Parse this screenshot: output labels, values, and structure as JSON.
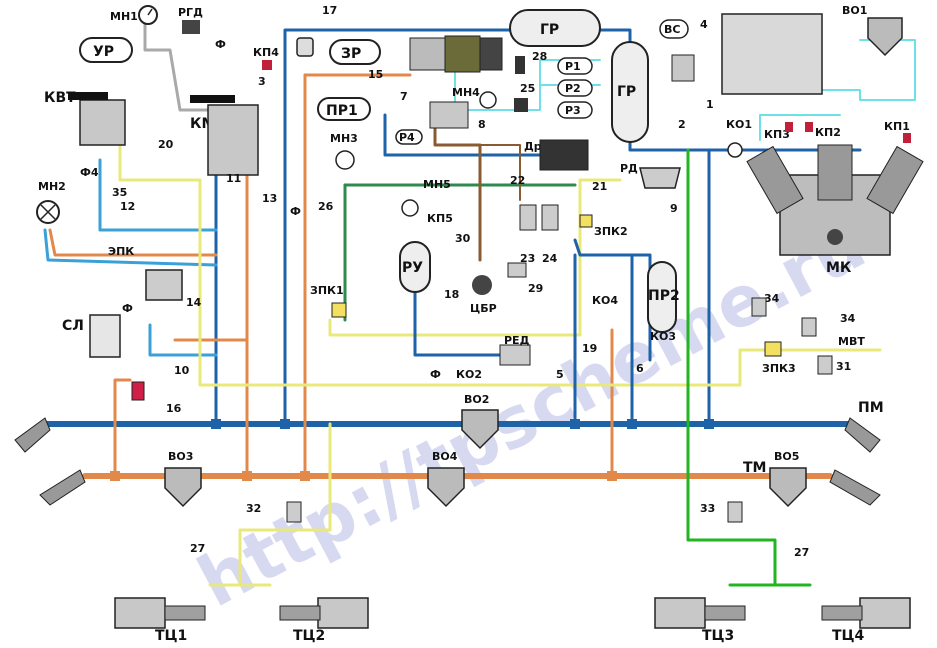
{
  "colors": {
    "main_line": "#1e62a8",
    "brake_line": "#e2884a",
    "feed_line": "#e9e87a",
    "aux_line": "#3aa0d8",
    "control_line": "#2e8a4e",
    "cyan_line": "#6fe0e8",
    "brown_line": "#8a5a32",
    "green_line": "#22b522",
    "gray_line": "#a9a9a9"
  },
  "watermark": "http://tpscheme.ru",
  "labels": {
    "mn1": "МН1",
    "rgd": "РГД",
    "f_top": "Ф",
    "kp4": "КП4",
    "n17": "17",
    "ur": "УР",
    "zr": "ЗР",
    "n15": "15",
    "n28": "28",
    "gr_top": "ГР",
    "vs": "ВС",
    "n4": "4",
    "vo1": "ВО1",
    "kvt": "КВТ",
    "km": "КМ",
    "n3": "3",
    "pr1": "ПР1",
    "n7": "7",
    "mn4": "МН4",
    "n8": "8",
    "p1": "Р1",
    "p2": "Р2",
    "p3": "Р3",
    "n25": "25",
    "gr_right": "ГР",
    "n1": "1",
    "n2": "2",
    "ko1": "КО1",
    "kp3": "КП3",
    "kp2": "КП2",
    "kp1": "КП1",
    "p4": "Р4",
    "dr": "Др",
    "f4": "Ф4",
    "n20": "20",
    "mn3": "МН3",
    "n22": "22",
    "n21": "21",
    "rd": "РД",
    "mn2": "МН2",
    "n35": "35",
    "n12": "12",
    "n11": "11",
    "n13": "13",
    "f_mid": "Ф",
    "n26": "26",
    "mn5": "МН5",
    "kp5": "КП5",
    "n30": "30",
    "zpk2": "ЗПК2",
    "n9": "9",
    "mk": "МК",
    "epk": "ЭПК",
    "ru": "РУ",
    "n23": "23",
    "n24": "24",
    "n29": "29",
    "ko4": "КО4",
    "pr2": "ПР2",
    "zpk1": "ЗПК1",
    "n18": "18",
    "cbr": "ЦБР",
    "n34a": "34",
    "n34b": "34",
    "n14": "14",
    "f_left": "Ф",
    "sl": "СЛ",
    "ko3": "КО3",
    "mvt": "МВТ",
    "zpk3": "ЗПК3",
    "n10": "10",
    "f_bot": "Ф",
    "ko2": "КО2",
    "red": "РЕД",
    "n19": "19",
    "n6": "6",
    "n5": "5",
    "n31": "31",
    "n16": "16",
    "vo2": "ВО2",
    "pm": "ПМ",
    "vo3": "ВО3",
    "vo4": "ВО4",
    "tm": "ТМ",
    "vo5": "ВО5",
    "n32": "32",
    "n33": "33",
    "n27a": "27",
    "n27b": "27",
    "tc1": "ТЦ1",
    "tc2": "ТЦ2",
    "tc3": "ТЦ3",
    "tc4": "ТЦ4"
  }
}
